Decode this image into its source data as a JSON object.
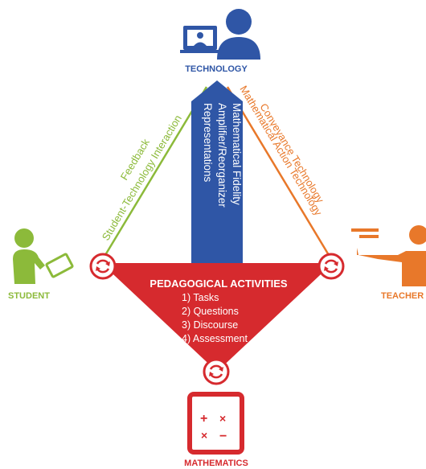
{
  "nodes": {
    "technology": "TECHNOLOGY",
    "student": "STUDENT",
    "teacher": "TEACHER",
    "mathematics": "MATHEMATICS"
  },
  "left_edge": {
    "line1": "Feedback",
    "line2": "Student-Technology Interaction"
  },
  "right_edge": {
    "line1": "Conveyance Technology",
    "line2": "Mathematical Action Technology"
  },
  "center_column": {
    "line1": "Mathematical Fidelity",
    "line2": "Amplifier/Reorganizer",
    "line3": "Representations"
  },
  "pedagogical": {
    "title": "PEDAGOGICAL ACTIVITIES",
    "items": [
      "1) Tasks",
      "2) Questions",
      "3) Discourse",
      "4) Assessment"
    ]
  },
  "colors": {
    "technology": "#2f56a6",
    "student": "#8cba3a",
    "teacher": "#e8782a",
    "mathematics": "#d62a2e",
    "white": "#ffffff"
  },
  "icons": {
    "technology": "computer-user-icon",
    "student": "student-at-desk-icon",
    "teacher": "teacher-pointing-icon",
    "mathematics": "calculator-tablet-icon",
    "cycle": "cycle-arrows-icon"
  }
}
